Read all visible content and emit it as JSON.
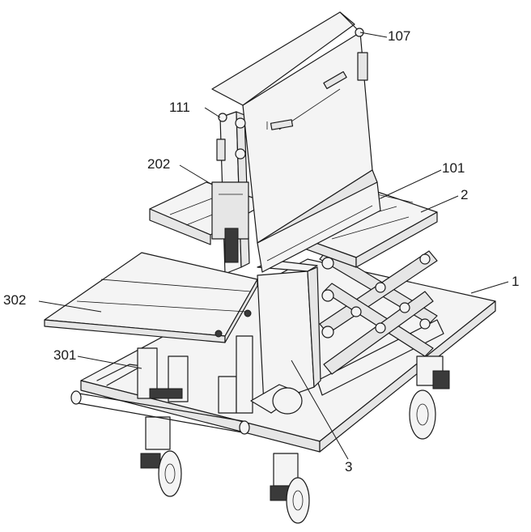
{
  "callouts": [
    {
      "id": "107",
      "text": "107"
    },
    {
      "id": "111",
      "text": "111"
    },
    {
      "id": "202",
      "text": "202"
    },
    {
      "id": "101",
      "text": "101"
    },
    {
      "id": "2",
      "text": "2"
    },
    {
      "id": "1",
      "text": "1"
    },
    {
      "id": "302",
      "text": "302"
    },
    {
      "id": "301",
      "text": "301"
    },
    {
      "id": "3",
      "text": "3"
    }
  ],
  "colors": {
    "line": "#1a1a1a",
    "fill": "#f4f4f4",
    "shade": "#e6e6e6"
  }
}
